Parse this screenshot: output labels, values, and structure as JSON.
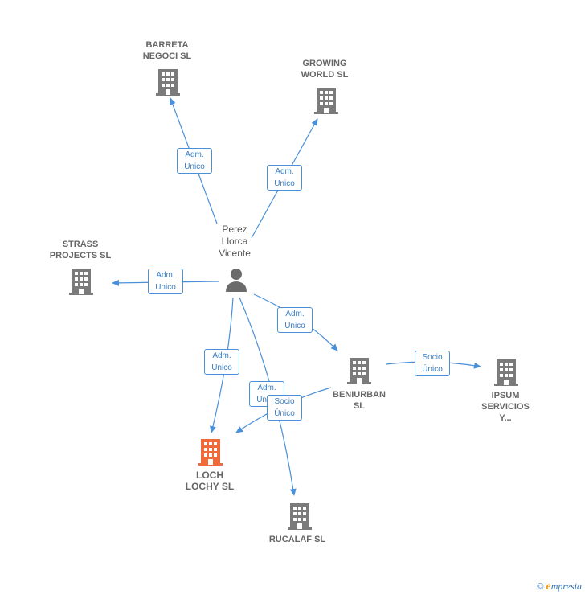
{
  "colors": {
    "edge": "#4a90d9",
    "building": "#7b7b7b",
    "focus_building": "#f06a3a",
    "person": "#6b6b6b"
  },
  "person": {
    "label": "Perez\nLlorca\nVicente"
  },
  "companies": {
    "barreta": "BARRETA\nNEGOCI SL",
    "growing": "GROWING\nWORLD  SL",
    "strass": "STRASS\nPROJECTS  SL",
    "beniurban": "BENIURBAN\nSL",
    "ipsum": "IPSUM\nSERVICIOS\nY...",
    "loch": "LOCH\nLOCHY  SL",
    "rucalaf": "RUCALAF SL"
  },
  "relations": {
    "barreta": "Adm.\nUnico",
    "growing": "Adm.\nUnico",
    "strass": "Adm.\nUnico",
    "beniurban": "Adm.\nUnico",
    "loch": "Adm.\nUnico",
    "rucalaf": "Adm.\nUnico",
    "beniurban_loch": "Socio\nÚnico",
    "beniurban_ipsum": "Socio\nÚnico"
  },
  "footer": {
    "copyright": "©",
    "brand_initial": "e",
    "brand_rest": "mpresia"
  }
}
